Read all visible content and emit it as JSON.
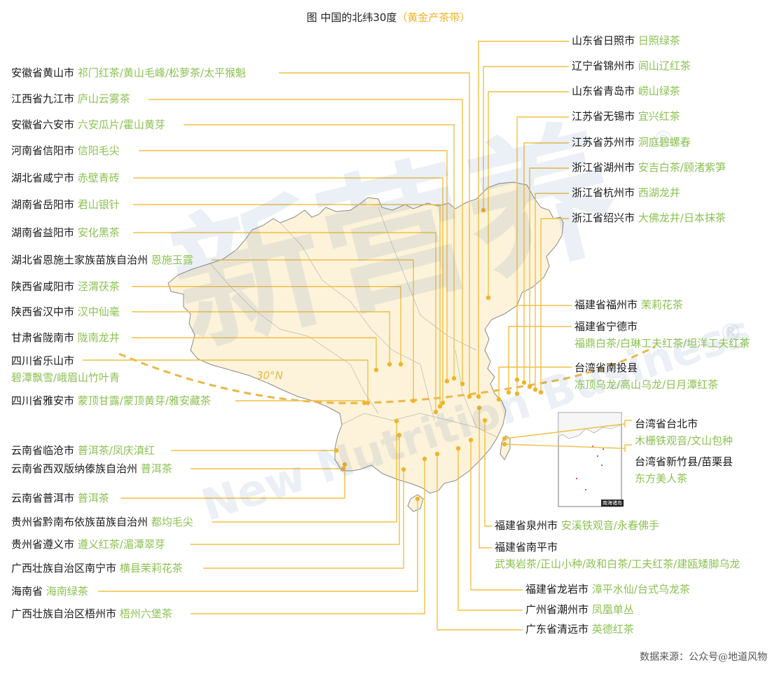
{
  "title": {
    "main": "图 中国的北纬30度",
    "highlight": "（黄金产茶带）"
  },
  "source": "数据来源：公众号@地道风物",
  "latitude_label": "30°N",
  "inset_label": "南海诸岛",
  "watermark": {
    "brand": "新营养",
    "en": "New Nutrition Business",
    "reg": "®"
  },
  "colors": {
    "line": "#f0c044",
    "dot": "#f0b429",
    "map_fill": "#fcf3da",
    "map_stroke": "#8a8a8a",
    "tea_text": "#8cc152",
    "highlight": "#f0b429"
  },
  "left": [
    {
      "place": "安徽省黄山市",
      "tea": "祁门红茶/黄山毛峰/松萝茶/太平猴魁"
    },
    {
      "place": "江西省九江市",
      "tea": "庐山云雾茶"
    },
    {
      "place": "安徽省六安市",
      "tea": "六安瓜片/霍山黄芽"
    },
    {
      "place": "河南省信阳市",
      "tea": "信阳毛尖"
    },
    {
      "place": "湖北省咸宁市",
      "tea": "赤壁青砖"
    },
    {
      "place": "湖南省岳阳市",
      "tea": "君山银针"
    },
    {
      "place": "湖南省益阳市",
      "tea": "安化黑茶"
    },
    {
      "place": "湖北省恩施土家族苗族自治州",
      "tea": "恩施玉露"
    },
    {
      "place": "陕西省咸阳市",
      "tea": "泾渭茯茶"
    },
    {
      "place": "陕西省汉中市",
      "tea": "汉中仙毫"
    },
    {
      "place": "甘肃省陇南市",
      "tea": "陇南龙井"
    },
    {
      "place": "四川省乐山市",
      "tea": "碧潭飘雪/峨眉山竹叶青"
    },
    {
      "place": "四川省雅安市",
      "tea": "蒙顶甘露/蒙顶黄芽/雅安藏茶"
    },
    {
      "place": "云南省临沧市",
      "tea": "普洱茶/凤庆滇红"
    },
    {
      "place": "云南省西双版纳傣族自治州",
      "tea": "普洱茶"
    },
    {
      "place": "云南省普洱市",
      "tea": "普洱茶"
    },
    {
      "place": "贵州省黔南布依族苗族自治州",
      "tea": "都均毛尖"
    },
    {
      "place": "贵州省遵义市",
      "tea": "遵义红茶/湄潭翠芽"
    },
    {
      "place": "广西壮族自治区南宁市",
      "tea": "横县茉莉花茶"
    },
    {
      "place": "海南省",
      "tea": "海南绿茶"
    },
    {
      "place": "广西壮族自治区梧州市",
      "tea": "梧州六堡茶"
    }
  ],
  "right": [
    {
      "place": "山东省日照市",
      "tea": "日照绿茶"
    },
    {
      "place": "辽宁省锦州市",
      "tea": "闾山辽红茶"
    },
    {
      "place": "山东省青岛市",
      "tea": "崂山绿茶"
    },
    {
      "place": "江苏省无锡市",
      "tea": "宜兴红茶"
    },
    {
      "place": "江苏省苏州市",
      "tea": "洞庭碧螺春"
    },
    {
      "place": "浙江省湖州市",
      "tea": "安吉白茶/顾渚紫笋"
    },
    {
      "place": "浙江省杭州市",
      "tea": "西湖龙井"
    },
    {
      "place": "浙江省绍兴市",
      "tea": "大佛龙井/日本抹茶"
    },
    {
      "place": "福建省福州市",
      "tea": "茉莉花茶"
    },
    {
      "place": "福建省宁德市",
      "tea": "福鼎白茶/白琳工夫红茶/坦洋工夫红茶"
    },
    {
      "place": "台湾省南投县",
      "tea": "冻顶乌龙/高山乌龙/日月潭红茶"
    },
    {
      "place": "台湾省台北市",
      "tea": "木栅铁观音/文山包种"
    },
    {
      "place": "台湾省新竹县/苗栗县",
      "tea": "东方美人茶"
    }
  ],
  "bottom": [
    {
      "place": "福建省泉州市",
      "tea": "安溪铁观音/永春佛手"
    },
    {
      "place": "福建省南平市",
      "tea": "武夷岩茶/正山小种/政和白茶/工夫红茶/建瓯矮脚乌龙"
    },
    {
      "place": "福建省龙岩市",
      "tea": "漳平水仙/台式乌龙茶"
    },
    {
      "place": "广州省潮州市",
      "tea": "凤凰单丛"
    },
    {
      "place": "广东省清远市",
      "tea": "英德红茶"
    }
  ]
}
